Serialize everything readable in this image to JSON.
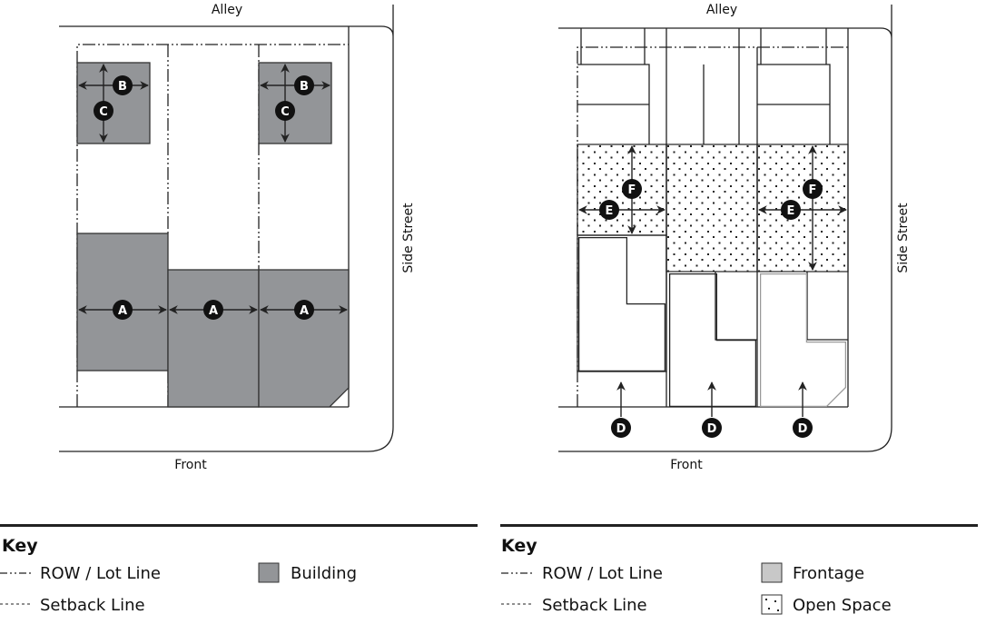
{
  "left_diagram": {
    "alley_label": "Alley",
    "front_label": "Front",
    "side_street_label": "Side Street",
    "markers": {
      "a": "A",
      "b": "B",
      "c": "C"
    }
  },
  "right_diagram": {
    "alley_label": "Alley",
    "front_label": "Front",
    "side_street_label": "Side Street",
    "markers": {
      "d": "D",
      "e": "E",
      "f": "F"
    }
  },
  "left_key": {
    "title": "Key",
    "items": [
      {
        "label": "ROW / Lot Line"
      },
      {
        "label": "Setback Line"
      },
      {
        "label": "Building",
        "color": "#939598"
      }
    ]
  },
  "right_key": {
    "title": "Key",
    "items": [
      {
        "label": "ROW / Lot Line"
      },
      {
        "label": "Setback Line"
      },
      {
        "label": "Frontage",
        "color": "#c8c8c8"
      },
      {
        "label": "Open Space"
      }
    ]
  }
}
